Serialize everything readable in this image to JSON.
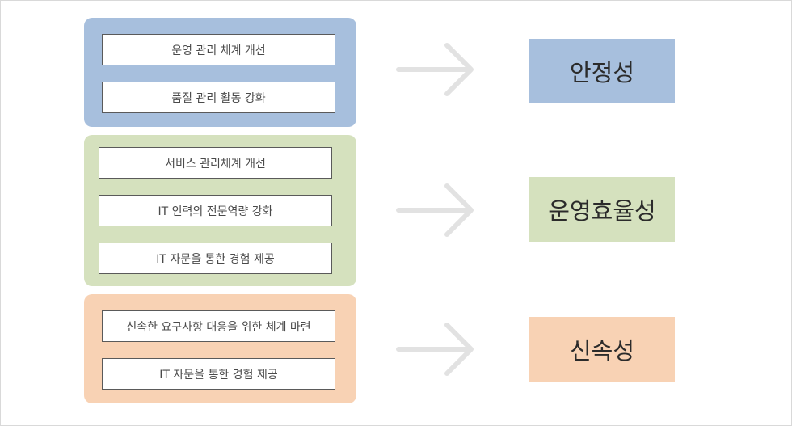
{
  "groups": [
    {
      "color": "#a7bfdd",
      "items": [
        "운영 관리 체계 개선",
        "품질 관리 활동 강화"
      ],
      "result": "안정성"
    },
    {
      "color": "#d5e1be",
      "items": [
        "서비스 관리체계 개선",
        "IT 인력의 전문역량 강화",
        "IT 자문을 통한 경험 제공"
      ],
      "result": "운영효율성"
    },
    {
      "color": "#f8d2b4",
      "items": [
        "신속한 요구사항 대응을 위한 체계 마련",
        "IT 자문을 통한 경험 제공"
      ],
      "result": "신속성"
    }
  ],
  "icons": {
    "arrow": "chevron-right-arrow-icon"
  },
  "arrow_color": "#e2e2e2"
}
